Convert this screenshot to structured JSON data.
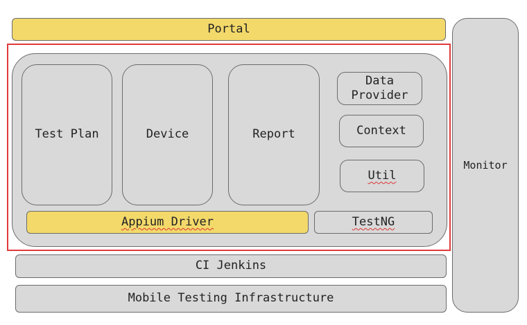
{
  "diagram": {
    "portal": "Portal",
    "monitor": "Monitor",
    "core": {
      "test_plan": "Test Plan",
      "device": "Device",
      "report": "Report",
      "data_provider_line1": "Data",
      "data_provider_line2": "Provider",
      "context": "Context",
      "util": "Util",
      "appium_driver": "Appium Driver",
      "testng": "TestNG"
    },
    "ci_jenkins": "CI Jenkins",
    "infrastructure": "Mobile Testing Infrastructure"
  },
  "colors": {
    "yellow_fill": "#f2d96a",
    "gray_fill": "#d9d9d9",
    "highlight_border": "#e03a3a",
    "outline": "#6b6b6b"
  }
}
